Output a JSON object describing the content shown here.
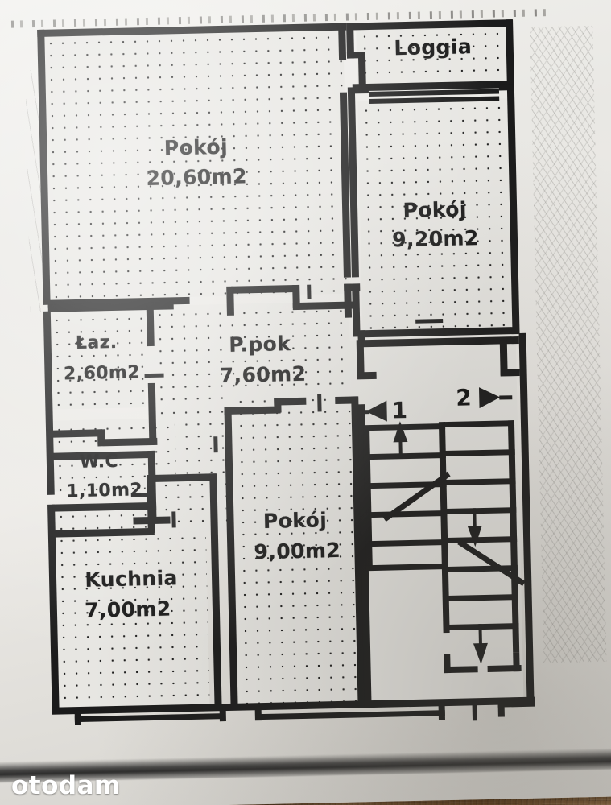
{
  "document": {
    "kind": "apartment-floor-plan-scan",
    "watermark": "otodam"
  },
  "rooms": [
    {
      "key": "pokoj_main",
      "name": "Pokój",
      "area": "20,60m2"
    },
    {
      "key": "loggia",
      "name": "Loggia",
      "area": ""
    },
    {
      "key": "pokoj_ne",
      "name": "Pokój",
      "area": "9,20m2"
    },
    {
      "key": "lazienka",
      "name": "Łaz.",
      "area": "2,60m2"
    },
    {
      "key": "przedpokoj",
      "name": "P.pok",
      "area": "7,60m2"
    },
    {
      "key": "wc",
      "name": "W.C",
      "area": "1,10m2"
    },
    {
      "key": "kuchnia",
      "name": "Kuchnia",
      "area": "7,00m2"
    },
    {
      "key": "pokoj_s",
      "name": "Pokój",
      "area": "9,00m2"
    }
  ],
  "entry_markers": [
    {
      "key": "marker_1",
      "label": "1",
      "direction": "left"
    },
    {
      "key": "marker_2",
      "label": "2",
      "direction": "right"
    }
  ],
  "stairs": {
    "flight_left_direction": "up",
    "flight_right_direction": "down",
    "arrow_up_glyph": "▲",
    "arrow_down_glyph": "▼"
  },
  "colors": {
    "ink": "#1b1b1b",
    "paper": "#e7e6e2",
    "backdrop": "#8a6240",
    "watermark": "#ffffff"
  }
}
